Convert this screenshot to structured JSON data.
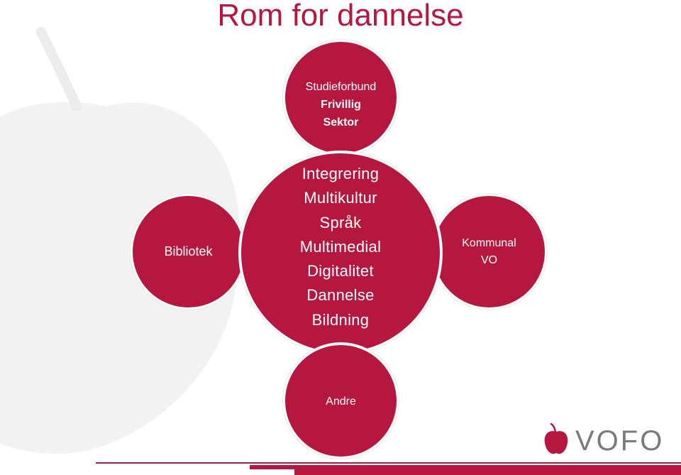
{
  "title": "Rom for dannelse",
  "colors": {
    "accent": "#b5173f",
    "logo_gray": "#7a7a7a",
    "background_apple": "#f2f2f2"
  },
  "circles": {
    "top": {
      "lines": [
        "Studieforbund",
        "Frivillig",
        "Sektor"
      ]
    },
    "center": {
      "items": [
        "Integrering",
        "Multikultur",
        "Språk",
        "Multimedial",
        "Digitalitet",
        "Dannelse",
        "Bildning"
      ]
    },
    "left": {
      "label": "Bibliotek"
    },
    "right": {
      "lines": [
        "Kommunal",
        "VO"
      ]
    },
    "bottom": {
      "label": "Andre"
    }
  },
  "logo": {
    "text": "VOFO",
    "icon": "apple-icon"
  }
}
